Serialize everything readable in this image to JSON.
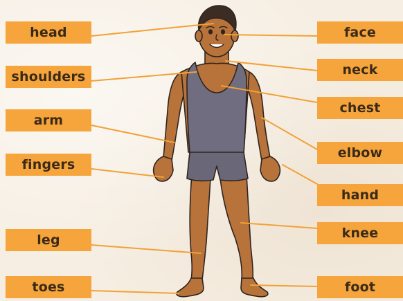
{
  "labels": {
    "left": [
      "head",
      "shoulders",
      "arm",
      "fingers",
      "leg",
      "toes"
    ],
    "right": [
      "face",
      "neck",
      "chest",
      "elbow",
      "hand",
      "knee",
      "foot"
    ]
  },
  "colors": {
    "label_bg": "#f6a43c",
    "leader_line": "#f2a136",
    "skin": "#b8733a",
    "vest": "#6f6d7f",
    "hair": "#3b2c24",
    "background": "#f6eee2"
  }
}
